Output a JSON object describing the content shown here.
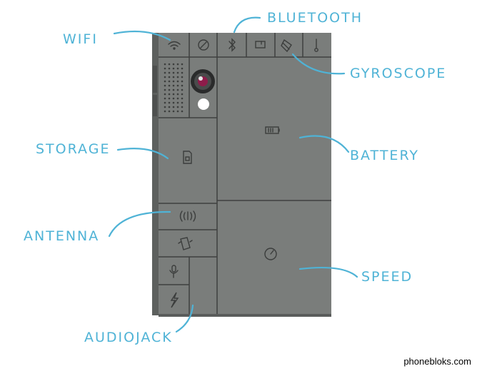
{
  "labels": {
    "wifi": "WIFI",
    "bluetooth": "BLUETOOTH",
    "gyroscope": "GYROSCOPE",
    "storage": "STORAGE",
    "battery": "BATTERY",
    "antenna": "ANTENNA",
    "speed": "SPEED",
    "audiojack": "AUDIOJACK"
  },
  "watermark": "phonebloks.com",
  "colors": {
    "accent": "#4fb3d6",
    "phone_body": "#777a78",
    "phone_line": "#3e403f",
    "phone_icon": "#3b3d3c"
  },
  "icons": [
    "wifi-icon",
    "compass-icon",
    "bluetooth-icon",
    "sd-card-icon",
    "gyroscope-icon",
    "thermometer-icon",
    "camera-lens-icon",
    "flash-icon",
    "speaker-grille-icon",
    "sim-card-icon",
    "battery-icon",
    "antenna-icon",
    "vibration-icon",
    "microphone-icon",
    "power-icon",
    "speedometer-icon"
  ]
}
